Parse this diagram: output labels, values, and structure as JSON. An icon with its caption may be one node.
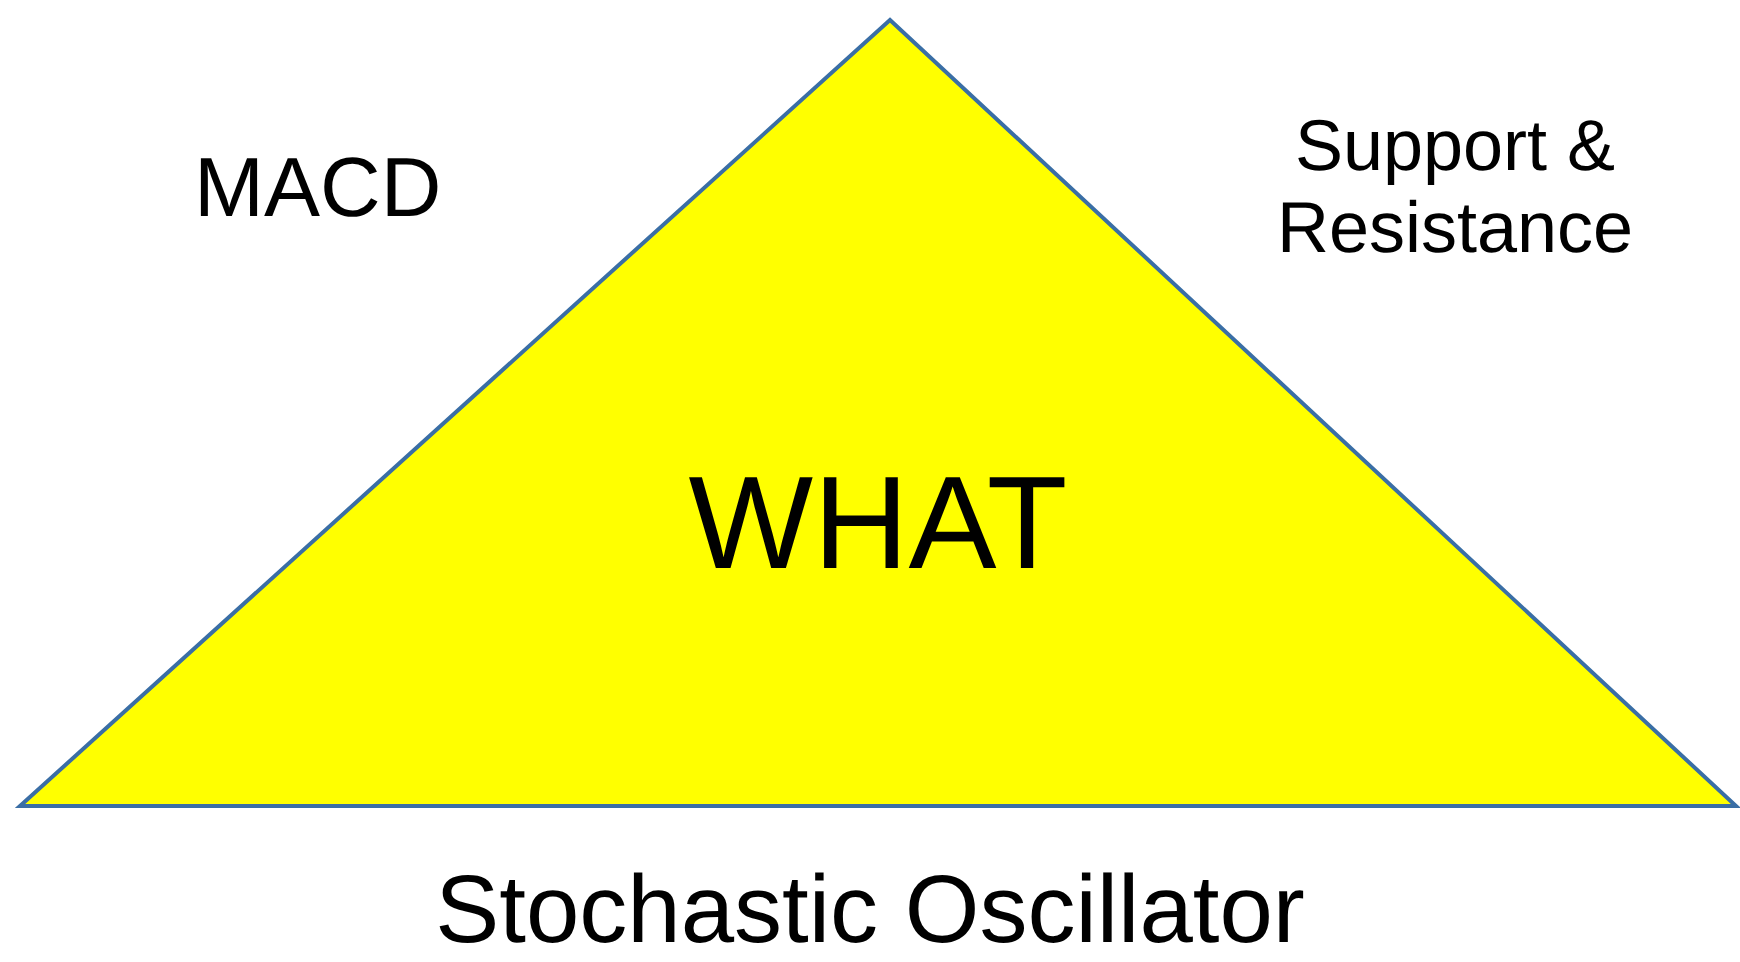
{
  "diagram": {
    "nodes": [
      {
        "text": [
          "WHAT"
        ]
      }
    ],
    "labels": [
      "MACD",
      "Support & Resistance",
      "Stochastic Oscillator"
    ]
  }
}
